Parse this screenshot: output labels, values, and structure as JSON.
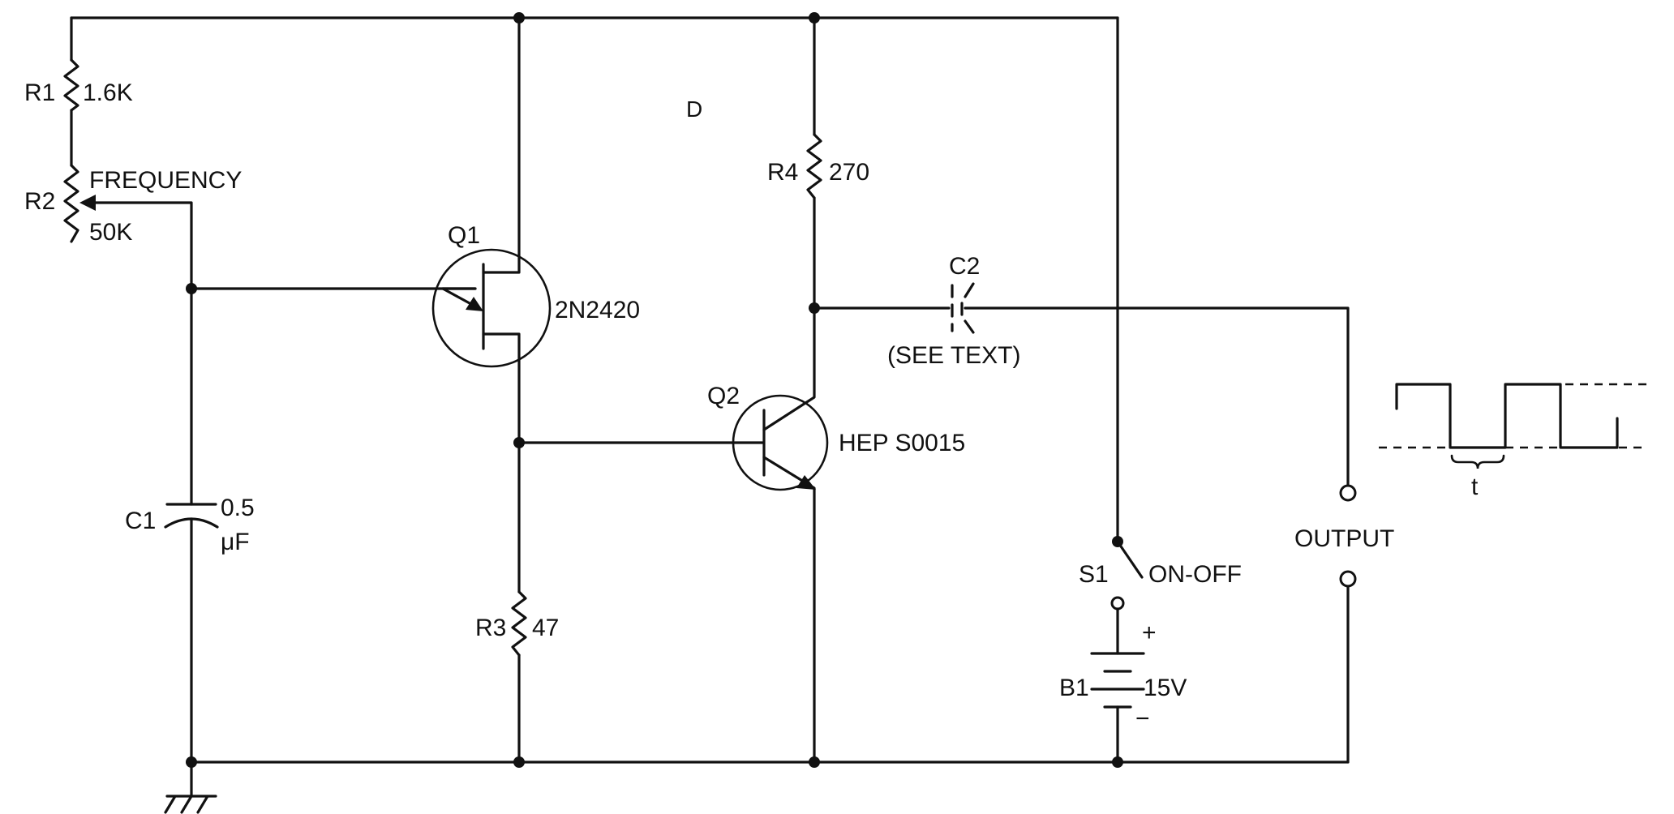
{
  "labels": {
    "r1": "R1",
    "r1_value": "1.6K",
    "r2": "R2",
    "r2_name": "FREQUENCY",
    "r2_value": "50K",
    "q1": "Q1",
    "q1_part": "2N2420",
    "q2": "Q2",
    "q2_part": "HEP S0015",
    "r3": "R3",
    "r3_value": "47",
    "r4": "R4",
    "r4_value": "270",
    "c1": "C1",
    "c1_value": "0.5",
    "c1_unit": "μF",
    "c2": "C2",
    "c2_note": "(SEE TEXT)",
    "s1": "S1",
    "s1_name": "ON-OFF",
    "b1": "B1",
    "b1_value": "15V",
    "b1_plus": "+",
    "b1_minus": "−",
    "output": "OUTPUT",
    "period": "t",
    "stray_mark": "D"
  }
}
